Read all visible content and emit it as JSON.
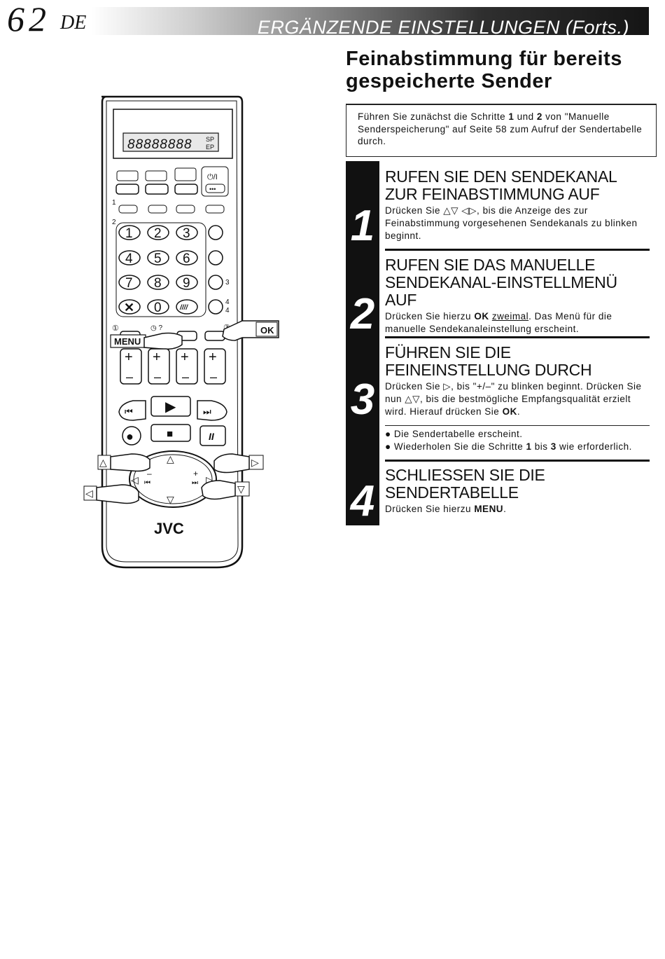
{
  "header": {
    "page_number": "62",
    "language": "DE",
    "title": "ERGÄNZENDE EINSTELLUNGEN (Forts.)"
  },
  "section_title": "Feinabstimmung für bereits gespeicherte Sender",
  "intro": {
    "part1": "Führen Sie zunächst die Schritte ",
    "step_a": "1",
    "part2": " und ",
    "step_b": "2",
    "part3": " von \"Manuelle Senderspeicherung\" auf Seite 58 zum Aufruf der Sendertabelle durch."
  },
  "steps": [
    {
      "number": "1",
      "heading": "RUFEN SIE DEN SENDEKANAL ZUR FEINABSTIMMUNG AUF",
      "text": "Drücken Sie △▽ ◁▷, bis die Anzeige des zur Feinabstimmung vorgesehenen Sendekanals zu blinken beginnt."
    },
    {
      "number": "2",
      "heading": "RUFEN SIE DAS MANUELLE SENDEKANAL-EINSTELLMENÜ AUF",
      "text_pre": "Drücken Sie hierzu ",
      "text_ok": "OK",
      "text_space": " ",
      "text_underlined": "zweimal",
      "text_post": ". Das Menü für die manuelle Sendekanaleinstellung erscheint."
    },
    {
      "number": "3",
      "heading": "FÜHREN SIE DIE FEINEINSTELLUNG DURCH",
      "text_pre": "Drücken Sie ▷, bis \"+/–\" zu blinken beginnt. Drücken Sie nun △▽, bis die bestmögliche Empfangsqualität erzielt wird. Hierauf drücken Sie ",
      "text_ok": "OK",
      "text_post": ".",
      "bullets": [
        {
          "pre": "Die Sendertabelle erscheint."
        },
        {
          "pre": "Wiederholen Sie die Schritte ",
          "b1": "1",
          "mid": " bis ",
          "b2": "3",
          "post": " wie erforderlich."
        }
      ]
    },
    {
      "number": "4",
      "heading": "SCHLIESSEN SIE DIE SENDERTABELLE",
      "text_pre": "Drücken Sie hierzu ",
      "text_menu": "MENU",
      "text_post": "."
    }
  ],
  "remote": {
    "display_text": "88888888",
    "display_sp": "SP",
    "display_ep": "EP",
    "power_label": "⏻/I",
    "dots_label": "•••",
    "digits": [
      "1",
      "2",
      "3",
      "4",
      "5",
      "6",
      "7",
      "8",
      "9",
      "0"
    ],
    "x_key": "✕",
    "slash_key": "////",
    "bracket_1": "1",
    "bracket_2": "2",
    "bracket_3": "3",
    "bracket_4": "4",
    "circle_1": "①",
    "circle_3": "③",
    "timer_q": "◷ ?",
    "menu_label": "MENU",
    "ok_label": "OK",
    "plus": "+",
    "minus": "–",
    "brand": "JVC",
    "arrow_up": "△",
    "arrow_down": "▽",
    "arrow_left": "◁",
    "arrow_right": "▷",
    "rew": "⏮",
    "ffw": "⏭",
    "play": "▶",
    "stop": "■",
    "pause": "II",
    "rec": "●"
  }
}
